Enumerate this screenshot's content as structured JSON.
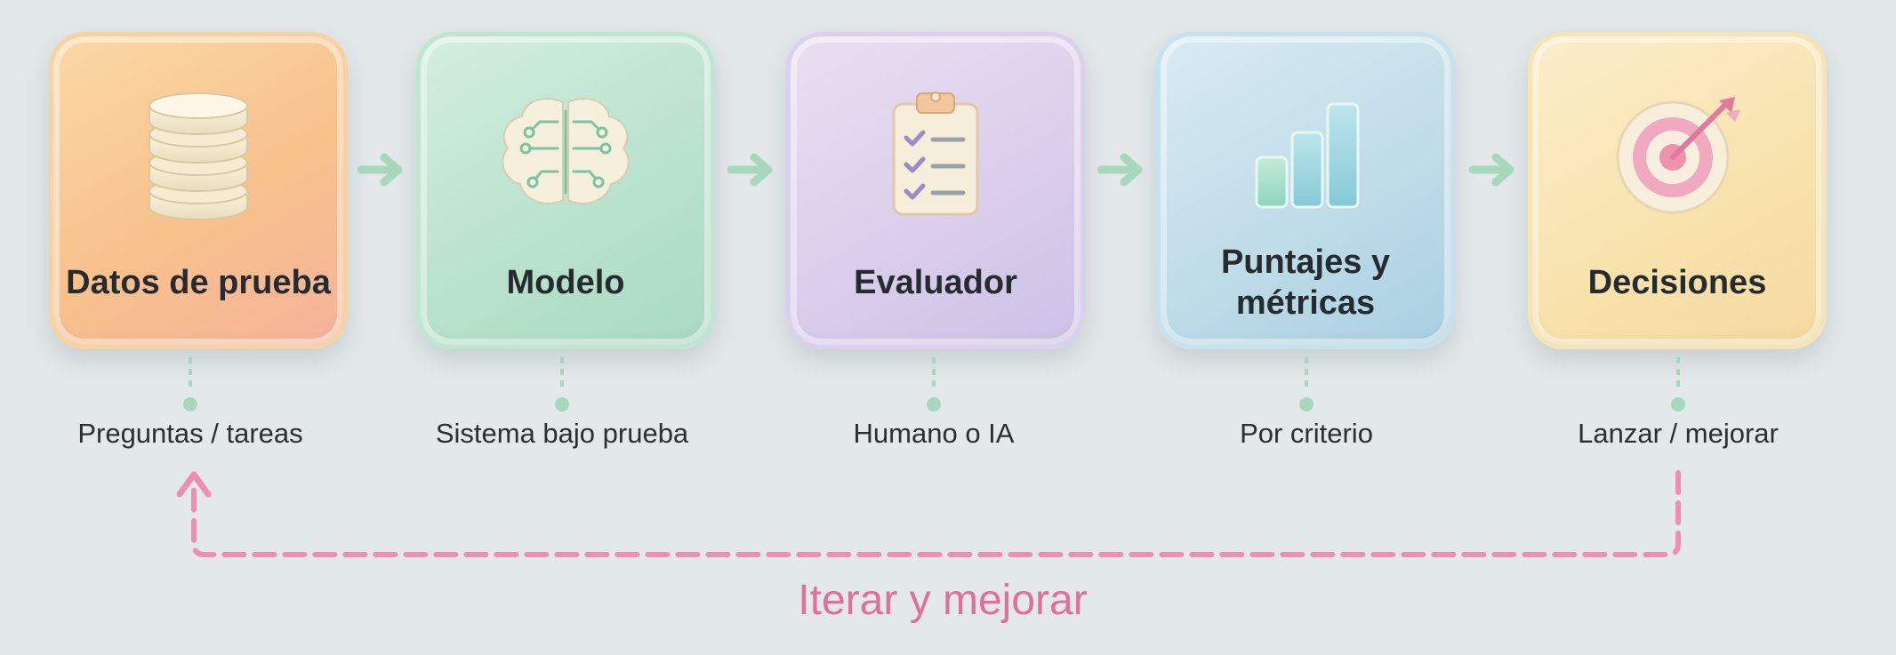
{
  "steps": [
    {
      "title": "Datos de prueba",
      "subtitle": "Preguntas / tareas",
      "icon": "database-icon",
      "color": "#f7c18c"
    },
    {
      "title": "Modelo",
      "subtitle": "Sistema bajo prueba",
      "icon": "brain-circuit-icon",
      "color": "#b8e2cc"
    },
    {
      "title": "Evaluador",
      "subtitle": "Humano o IA",
      "icon": "clipboard-checklist-icon",
      "color": "#d9cdeb"
    },
    {
      "title": "Puntajes y métricas",
      "subtitle": "Por criterio",
      "icon": "bar-chart-icon",
      "color": "#bedbe8"
    },
    {
      "title": "Decisiones",
      "subtitle": "Lanzar / mejorar",
      "icon": "target-arrow-icon",
      "color": "#f8e2ac"
    }
  ],
  "loop": {
    "label": "Iterar y mejorar",
    "color": "#ee8eb0"
  },
  "colors": {
    "arrow": "#a7d8be",
    "connector": "#a7d8be",
    "background": "#e3e8e9"
  }
}
